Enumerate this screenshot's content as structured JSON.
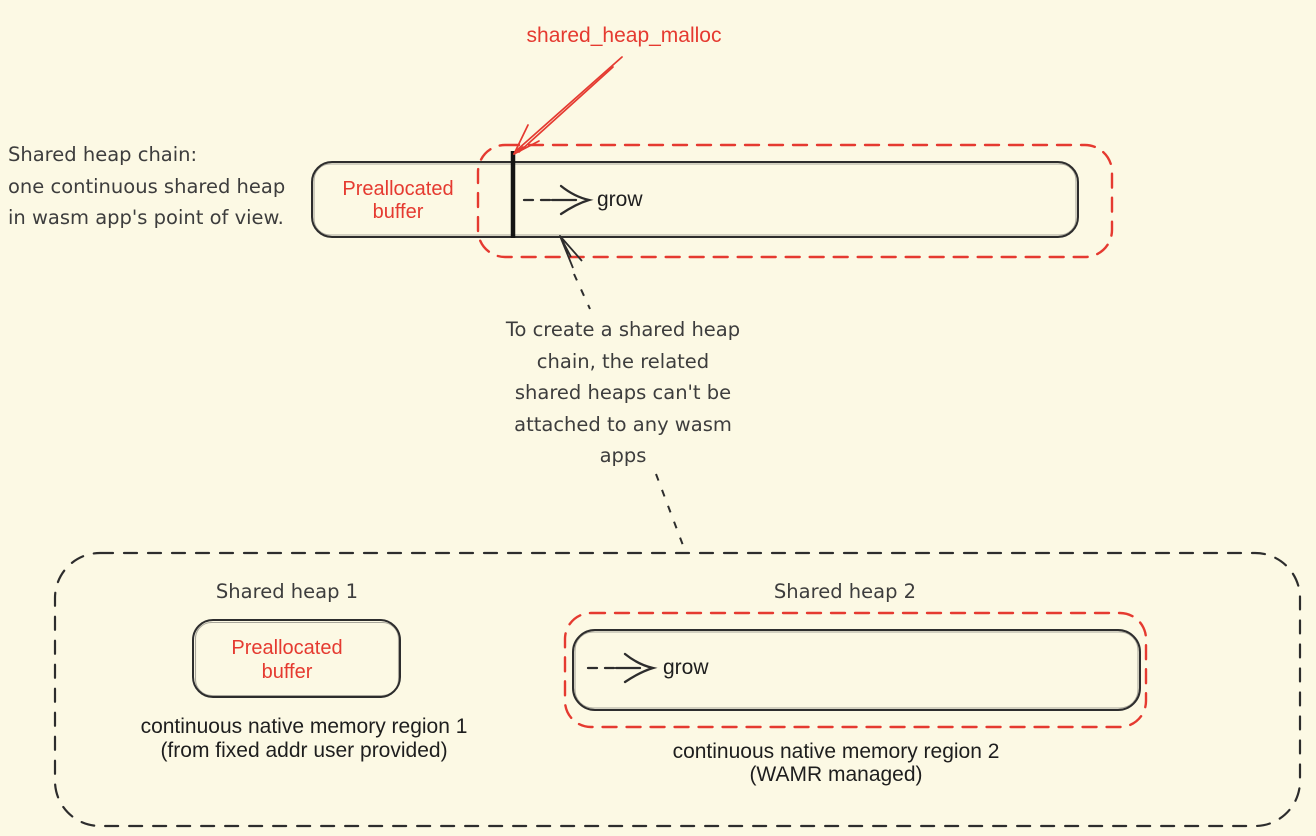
{
  "diagram": {
    "colors": {
      "background": "#fcf9e4",
      "red": "#e53a30",
      "ink": "#2d2d2d"
    },
    "header": {
      "malloc_label": "shared_heap_malloc"
    },
    "chain_note": [
      "Shared heap chain:",
      "one continuous shared heap",
      "in wasm app's point of view."
    ],
    "main_bar": {
      "prealloc_line1": "Preallocated",
      "prealloc_line2": "buffer",
      "grow_label": "grow"
    },
    "constraint_note": [
      "To create a shared heap",
      "chain, the related",
      "shared heaps can't be",
      "attached to any wasm",
      "apps"
    ],
    "heap1": {
      "title": "Shared heap 1",
      "prealloc_line1": "Preallocated",
      "prealloc_line2": "buffer",
      "caption_line1": "continuous native memory region 1",
      "caption_line2": "(from fixed addr user provided)"
    },
    "heap2": {
      "title": "Shared heap 2",
      "grow_label": "grow",
      "caption_line1": "continuous native memory region 2",
      "caption_line2": "(WAMR managed)"
    }
  }
}
